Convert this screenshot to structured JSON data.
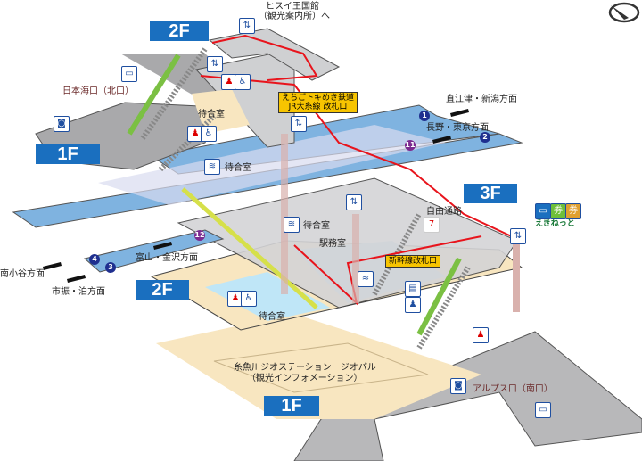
{
  "floors": {
    "f2_top": "2F",
    "f1_left": "1F",
    "f3": "3F",
    "f2_mid": "2F",
    "f1_bottom": "1F"
  },
  "labels": {
    "hisui_1": "ヒスイ王国館",
    "hisui_2": "（観光案内所）へ",
    "north_exit": "日本海口（北口）",
    "south_exit": "アルプス口（南口）",
    "naoetsu": "直江津・新潟方面",
    "nagano": "長野・東京方面",
    "toyama": "富山・金沢方面",
    "minamiotari": "南小谷方面",
    "ichiburi": "市振・泊方面",
    "waiting_1": "待合室",
    "waiting_2": "待合室",
    "waiting_3": "待合室",
    "waiting_4": "待合室",
    "free_passage": "自由通路",
    "station_office": "駅務室",
    "geopal_1": "糸魚川ジオステーション　ジオパル",
    "geopal_2": "（観光インフォメーション）",
    "ekinet": "えきねっと"
  },
  "gates": {
    "tokimeki_1": "えちごトキめき鉄道",
    "tokimeki_2": "JR大糸線 改札口",
    "shinkansen": "新幹線改札口"
  },
  "platforms": {
    "p1": "1",
    "p2": "2",
    "p3": "3",
    "p4": "4",
    "p11": "11",
    "p12": "12"
  },
  "colors": {
    "floor_badge": "#1a6fbf",
    "platform": "#7fb3e0",
    "concourse": "#f8e6c0",
    "route": "#e8141c",
    "gate": "#f7c400"
  }
}
